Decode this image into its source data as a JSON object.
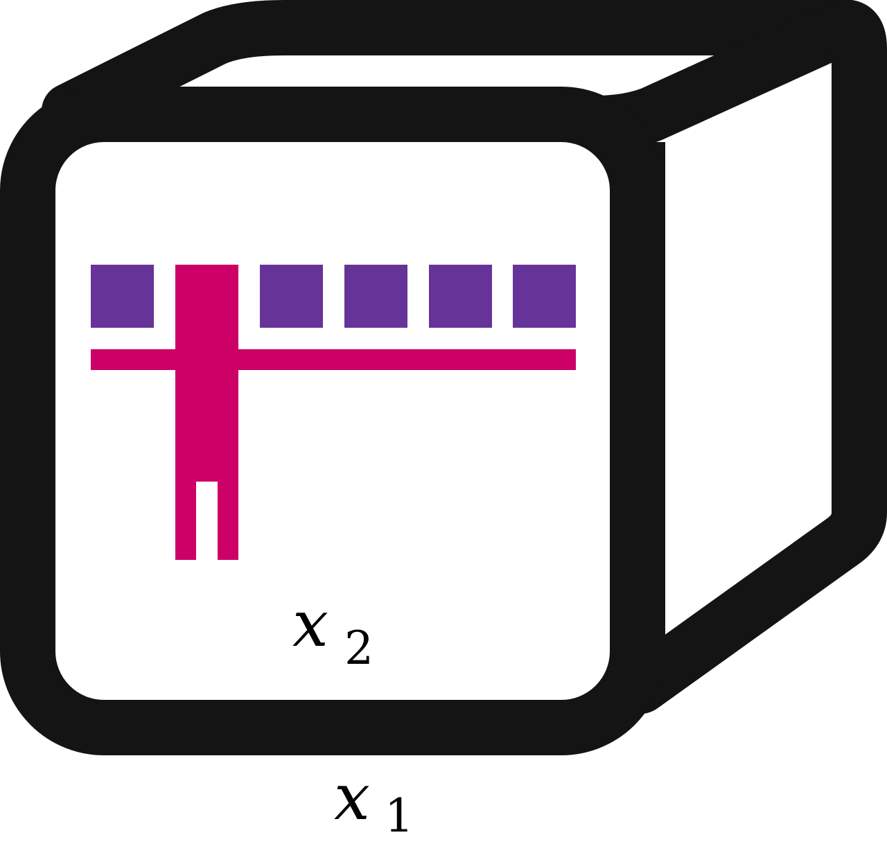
{
  "diagram": {
    "labels": {
      "inner_var": "x",
      "inner_sub": "2",
      "outer_var": "x",
      "outer_sub": "1"
    },
    "colors": {
      "outline": "#141414",
      "fill": "#ffffff",
      "cell": "#663399",
      "highlight": "#cc0066",
      "text": "#000000"
    },
    "cells": {
      "count": 6,
      "highlighted_index": 1
    }
  }
}
